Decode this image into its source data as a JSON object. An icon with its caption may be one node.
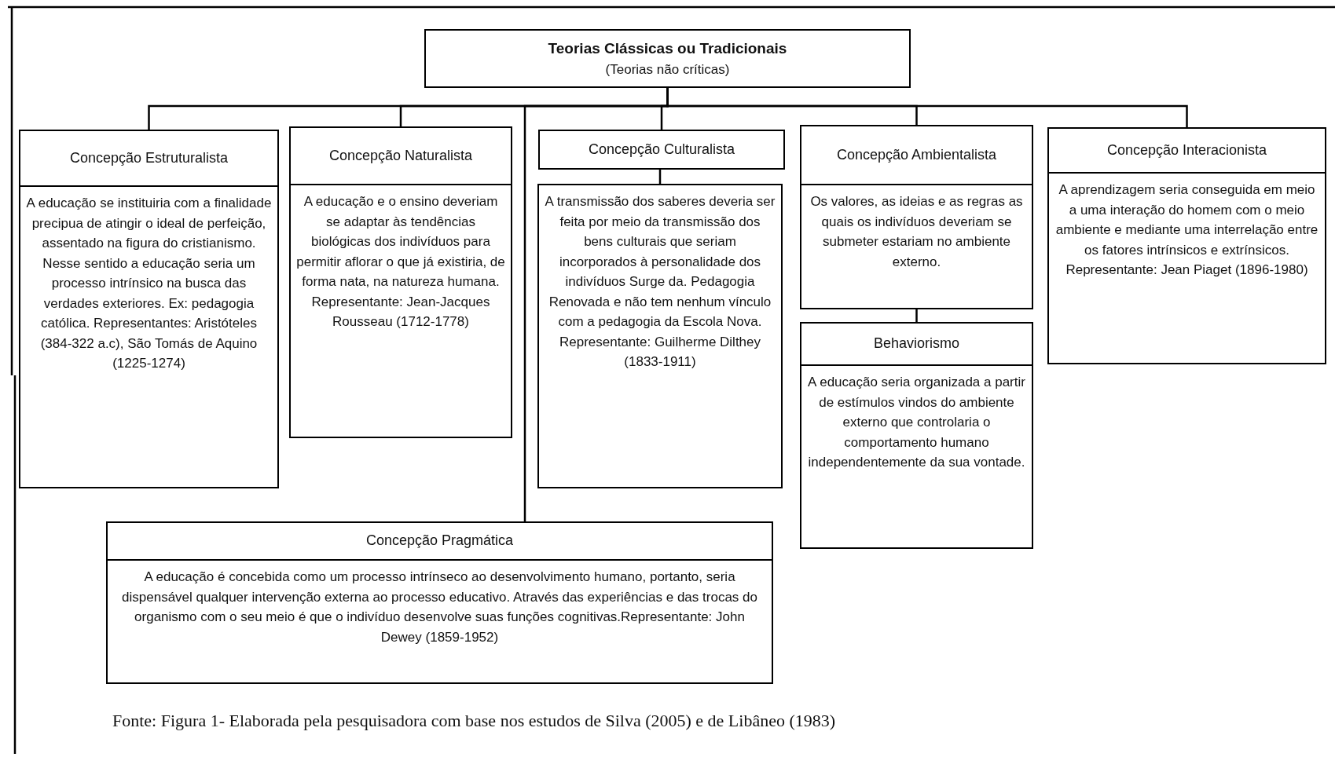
{
  "diagram": {
    "caption": "Fonte: Figura 1- Elaborada pela pesquisadora com base nos estudos de Silva (2005) e de Libâneo (1983)",
    "nodes": [
      {
        "text": [
          "Teorias Clássicas ou Tradicionais",
          "(Teorias não críticas)"
        ]
      },
      {
        "text": [
          "Concepção Estruturalista",
          "A educação se instituiria com a finalidade precipua de atingir o ideal de perfeição, assentado na figura do cristianismo. Nesse sentido a educação seria um processo intrínsico na busca das verdades exteriores. Ex: pedagogia católica. Representantes: Aristóteles (384-322 a.c), São Tomás de Aquino (1225-1274)"
        ]
      },
      {
        "text": [
          "Concepção Naturalista",
          "A educação e o ensino deveriam se adaptar às tendências biológicas dos indivíduos para permitir aflorar o que já existiria, de forma nata, na natureza humana. Representante: Jean-Jacques Rousseau (1712-1778)"
        ]
      },
      {
        "text": [
          "Concepção Culturalista"
        ]
      },
      {
        "text": [
          "A transmissão dos saberes deveria ser feita por meio da transmissão dos bens culturais que seriam incorporados à personalidade dos indivíduos Surge da. Pedagogia Renovada e não tem nenhum vínculo com a pedagogia da Escola Nova. Representante: Guilherme Dilthey (1833-1911)"
        ]
      },
      {
        "text": [
          "Concepção Ambientalista",
          "Os valores, as ideias e as regras as quais os indivíduos deveriam se submeter estariam no ambiente externo."
        ]
      },
      {
        "text": [
          "Behaviorismo",
          "A educação seria organizada a partir de estímulos vindos do ambiente externo que controlaria o comportamento humano independentemente da sua vontade."
        ]
      },
      {
        "text": [
          "Concepção Interacionista",
          "A aprendizagem seria conseguida em meio a uma interação do homem com o meio ambiente e mediante uma interrelação entre os fatores intrínsicos e extrínsicos. Representante: Jean Piaget (1896-1980)"
        ]
      },
      {
        "text": [
          "Concepção Pragmática",
          "A educação é concebida como um processo intrínseco ao desenvolvimento humano, portanto, seria dispensável qualquer intervenção externa ao processo educativo. Através das experiências e das trocas do organismo com o seu meio é que o indivíduo desenvolve suas funções cognitivas.Representante: John Dewey (1859-1952)"
        ]
      }
    ],
    "edges": [
      {
        "from": 0,
        "to": 1,
        "arrow": "none"
      },
      {
        "from": 0,
        "to": 2,
        "arrow": "none"
      },
      {
        "from": 0,
        "to": 3,
        "arrow": "none"
      },
      {
        "from": 0,
        "to": 5,
        "arrow": "none"
      },
      {
        "from": 0,
        "to": 7,
        "arrow": "none"
      },
      {
        "from": 3,
        "to": 4,
        "arrow": "none"
      },
      {
        "from": 5,
        "to": 6,
        "arrow": "none"
      },
      {
        "from": 0,
        "to": 8,
        "arrow": "none"
      }
    ]
  }
}
